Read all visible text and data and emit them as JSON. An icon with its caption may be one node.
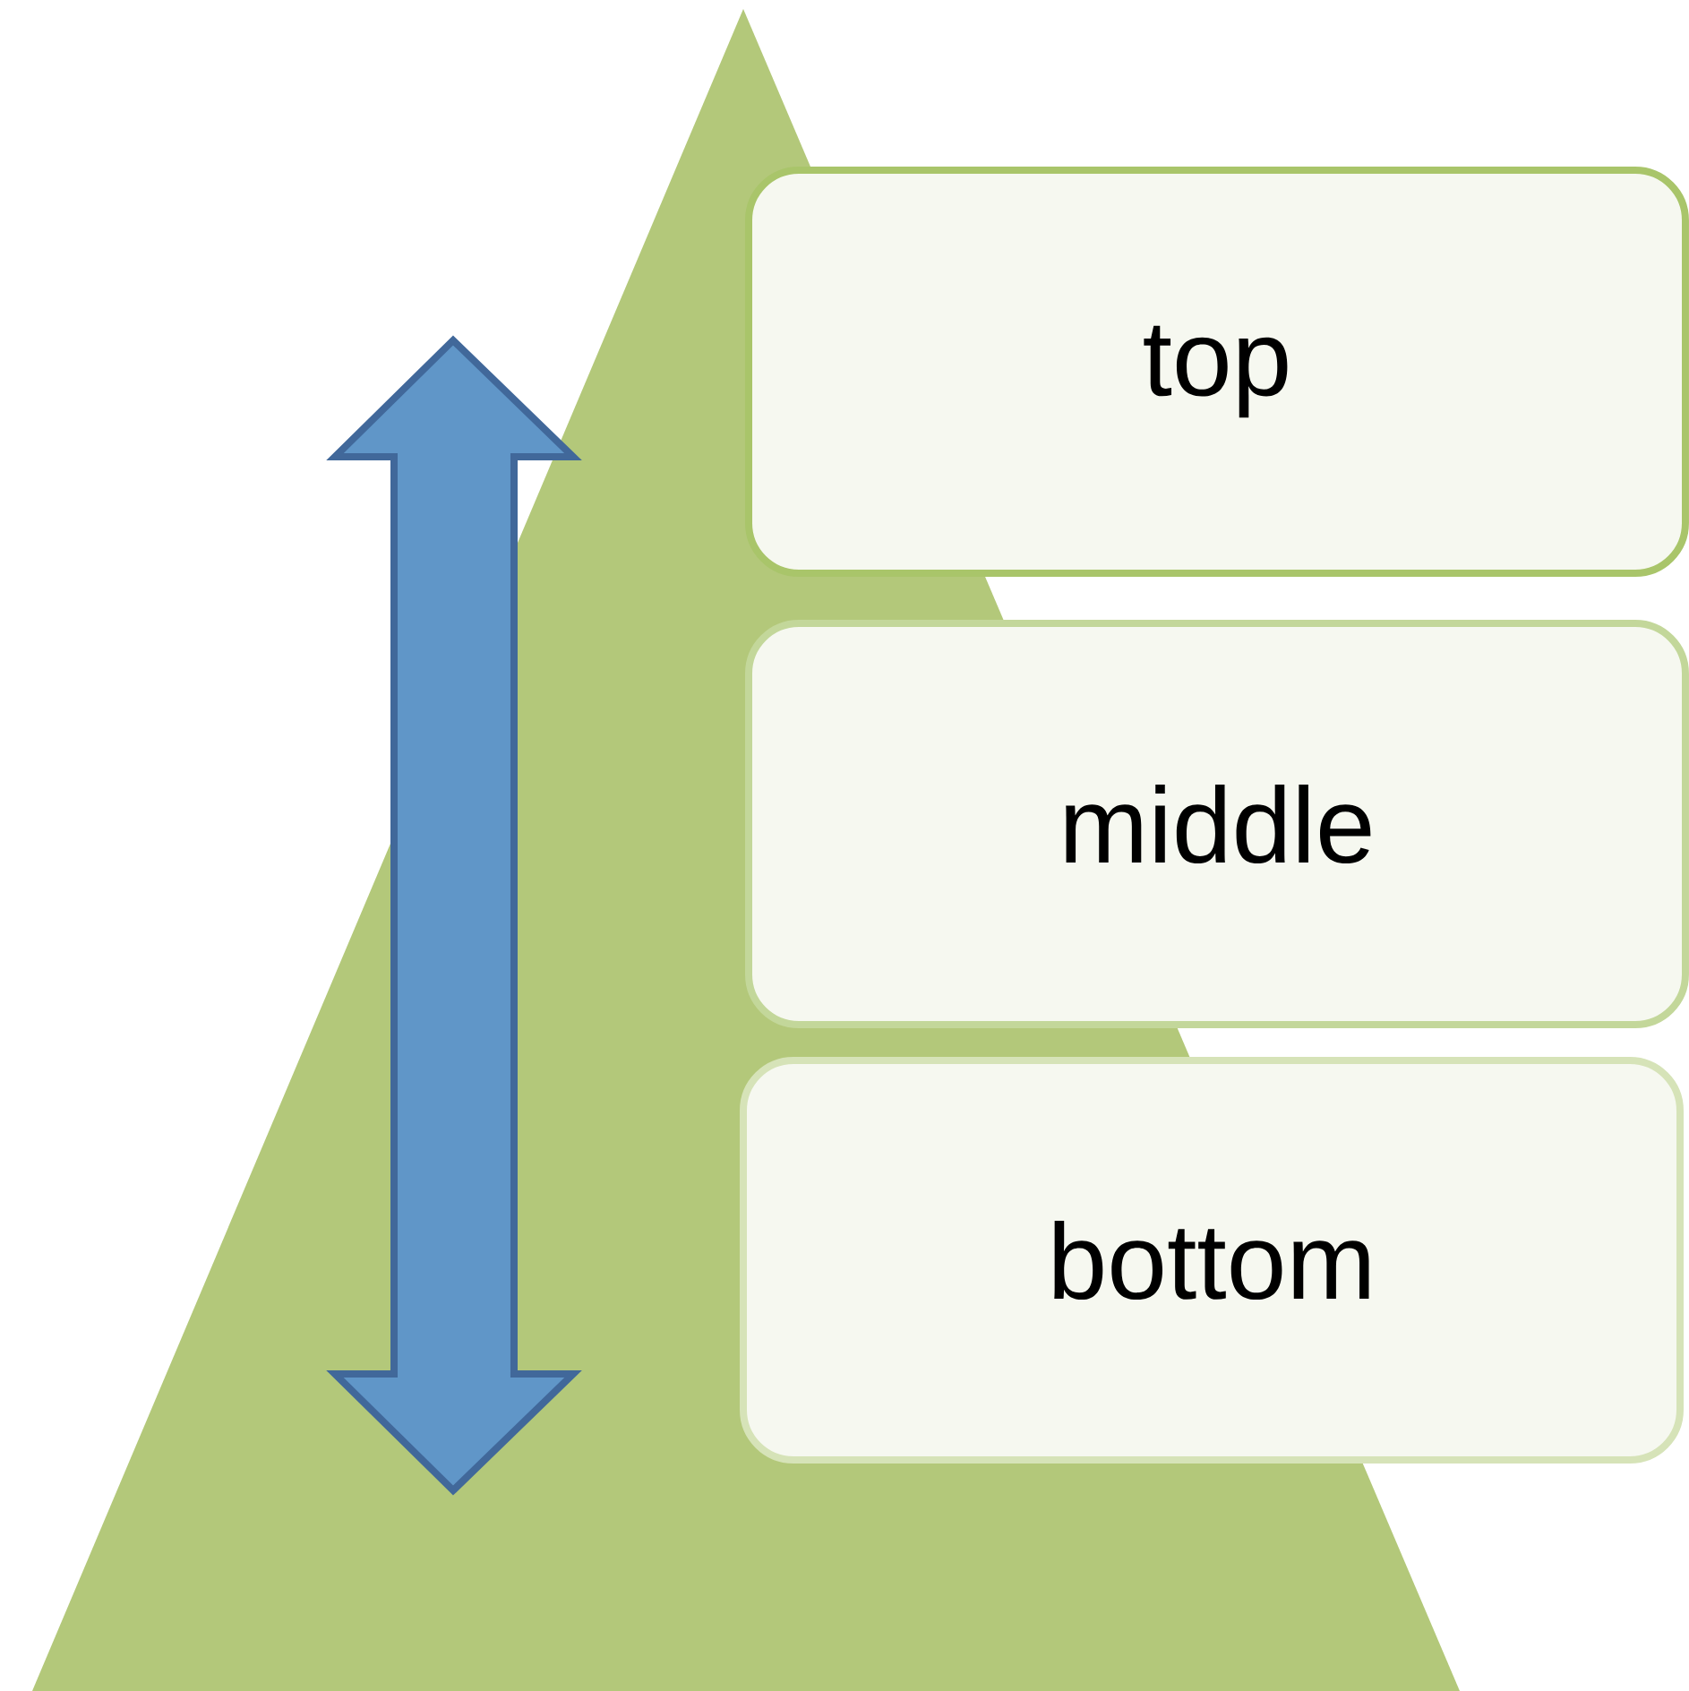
{
  "diagram": {
    "nodes": [
      {
        "text": [
          "top"
        ]
      },
      {
        "text": [
          "middle"
        ]
      },
      {
        "text": [
          "bottom"
        ]
      }
    ]
  }
}
